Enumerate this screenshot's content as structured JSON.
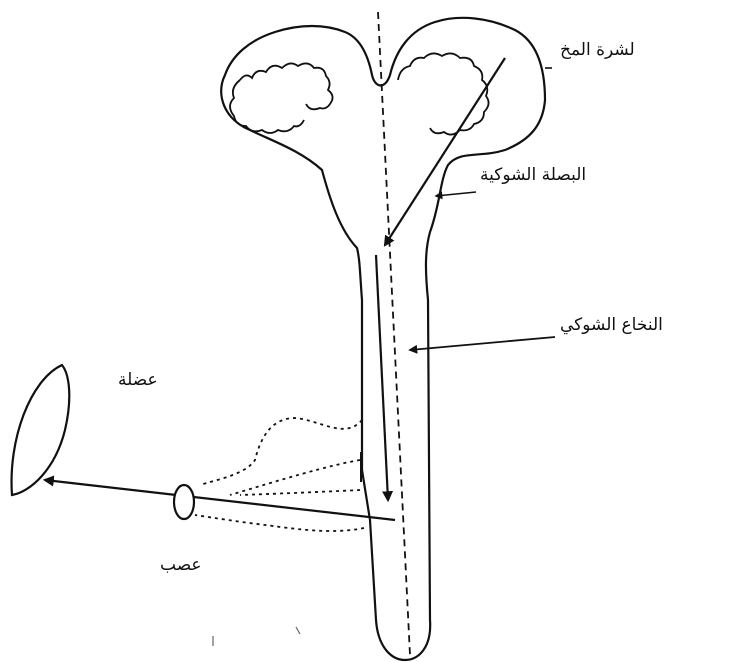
{
  "labels": {
    "cortex": "لشرة المخ",
    "medulla": "البصلة الشوكية",
    "spinal_cord": "النخاع الشوكي",
    "muscle": "عضلة",
    "nerve": "عصب"
  },
  "colors": {
    "ink": "#111111",
    "background": "#ffffff"
  }
}
